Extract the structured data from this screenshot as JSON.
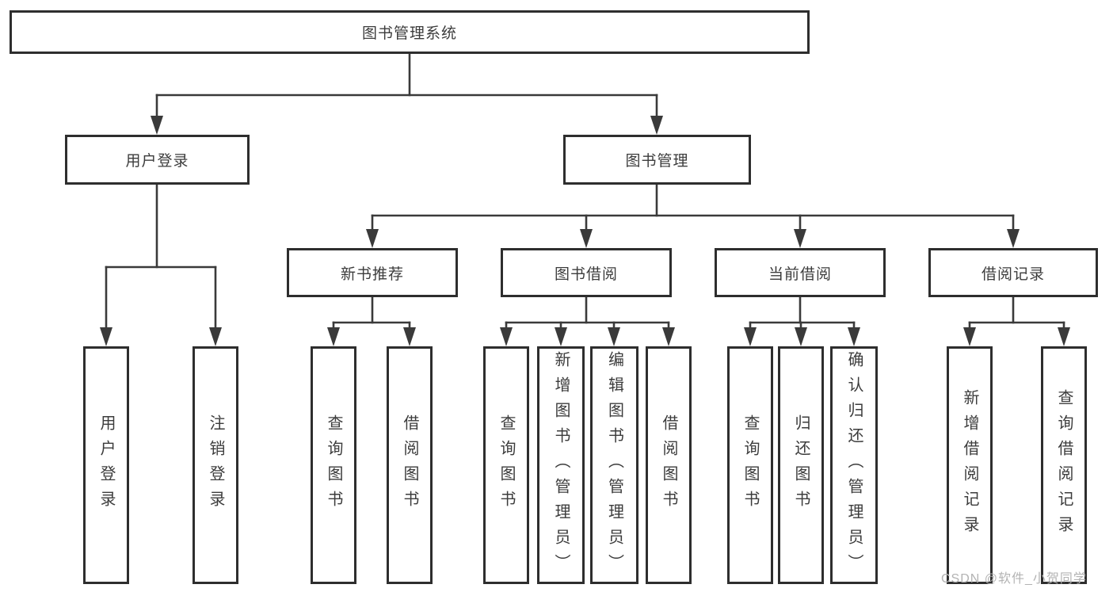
{
  "tree": {
    "root": {
      "label": "图书管理系统",
      "children": [
        {
          "label": "用户登录",
          "children": [
            {
              "label": "用户登录"
            },
            {
              "label": "注销登录"
            }
          ]
        },
        {
          "label": "图书管理",
          "children": [
            {
              "label": "新书推荐",
              "children": [
                {
                  "label": "查询图书"
                },
                {
                  "label": "借阅图书"
                }
              ]
            },
            {
              "label": "图书借阅",
              "children": [
                {
                  "label": "查询图书"
                },
                {
                  "label": "新增图书（管理员）"
                },
                {
                  "label": "编辑图书（管理员）"
                },
                {
                  "label": "借阅图书"
                }
              ]
            },
            {
              "label": "当前借阅",
              "children": [
                {
                  "label": "查询图书"
                },
                {
                  "label": "归还图书"
                },
                {
                  "label": "确认归还（管理员）"
                }
              ]
            },
            {
              "label": "借阅记录",
              "children": [
                {
                  "label": "新增借阅记录"
                },
                {
                  "label": "查询借阅记录"
                }
              ]
            }
          ]
        }
      ]
    }
  },
  "watermark": {
    "text": "CSDN @软件_小贺同学"
  },
  "colors": {
    "line": "#3a3a3a",
    "box_border": "#2e2e2e",
    "text": "#3c3c3c",
    "watermark": "#b3b3b3",
    "background": "#ffffff"
  }
}
